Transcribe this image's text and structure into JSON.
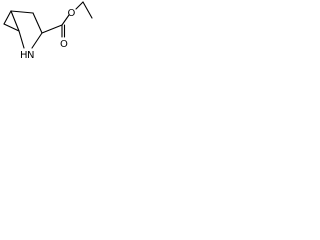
{
  "molecule": {
    "atom_labels": {
      "ring_nitrogen": "N",
      "ring_nitrogen_hydrogen": "H",
      "carbonyl_oxygen": "O",
      "ester_oxygen": "O"
    }
  }
}
